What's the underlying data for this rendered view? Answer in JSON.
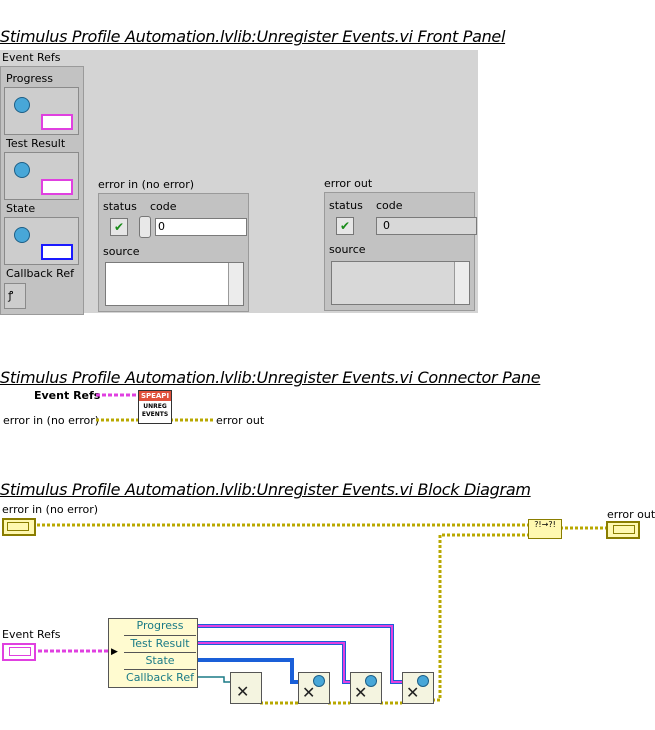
{
  "titles": {
    "front_panel": "Stimulus Profile Automation.lvlib:Unregister Events.vi Front Panel",
    "connector_pane": "Stimulus Profile Automation.lvlib:Unregister Events.vi Connector Pane",
    "block_diagram": "Stimulus Profile Automation.lvlib:Unregister Events.vi Block Diagram"
  },
  "front_panel": {
    "event_refs_label": "Event Refs",
    "items": [
      {
        "label": "Progress",
        "type_color": "#e040e0"
      },
      {
        "label": "Test Result",
        "type_color": "#e040e0"
      },
      {
        "label": "State",
        "type_color": "#1a1aff"
      },
      {
        "label": "Callback Ref",
        "type_color": "#555555"
      }
    ],
    "error_in": {
      "label": "error in (no error)",
      "status_label": "status",
      "code_label": "code",
      "code_value": "0",
      "source_label": "source",
      "status_glyph": "✔"
    },
    "error_out": {
      "label": "error out",
      "status_label": "status",
      "code_label": "code",
      "code_value": "0",
      "source_label": "source",
      "status_glyph": "✔"
    }
  },
  "connector_pane": {
    "event_refs": "Event Refs",
    "error_in": "error in (no error)",
    "error_out": "error out",
    "icon_top": "SPEAPI",
    "icon_line1": "UNREG",
    "icon_line2": "EVENTS"
  },
  "block_diagram": {
    "error_in": "error in (no error)",
    "error_out": "error out",
    "event_refs": "Event Refs",
    "unbundle_items": [
      "Progress",
      "Test Result",
      "State",
      "Callback Ref"
    ],
    "colors": {
      "error_wire": "#b8a800",
      "event_wire": "#e040e0",
      "refnum_wire": "#1a5fd8",
      "teal_wire": "#1a7a86"
    }
  }
}
